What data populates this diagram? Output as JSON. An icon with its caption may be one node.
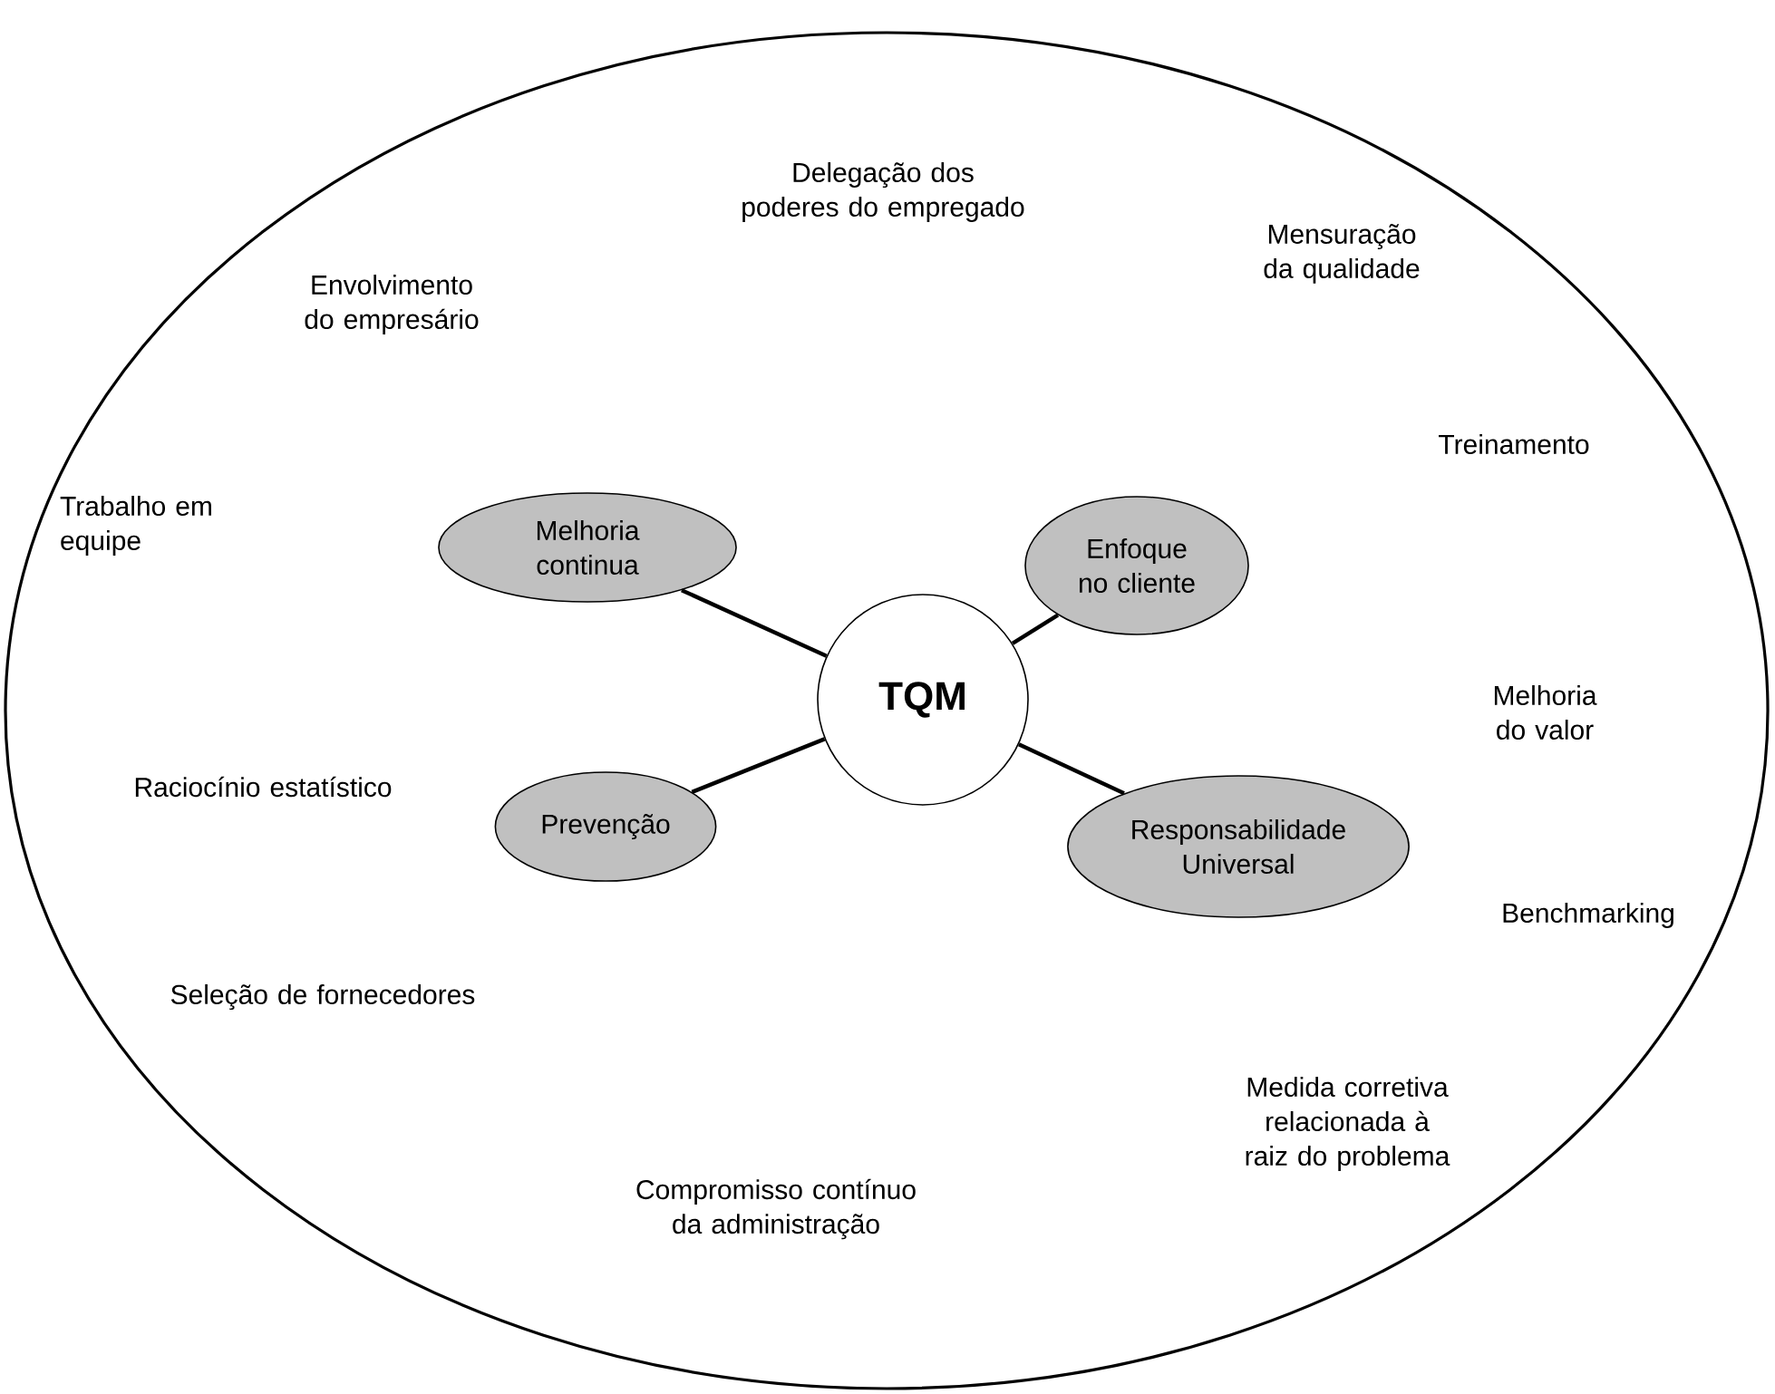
{
  "diagram": {
    "nodes": [
      {
        "text": [
          "TQM"
        ]
      },
      {
        "text": [
          "Melhoria continua"
        ]
      },
      {
        "text": [
          "Enfoque no cliente"
        ]
      },
      {
        "text": [
          "Prevenção"
        ]
      },
      {
        "text": [
          "Responsabilidade Universal"
        ]
      }
    ],
    "edges": [
      {
        "from": 0,
        "to": 1,
        "arrow": "none"
      },
      {
        "from": 0,
        "to": 2,
        "arrow": "none"
      },
      {
        "from": 0,
        "to": 3,
        "arrow": "none"
      },
      {
        "from": 0,
        "to": 4,
        "arrow": "none"
      }
    ],
    "labels": [
      "Delegação dos poderes do empregado",
      "Mensuração da qualidade",
      "Envolvimento do empresário",
      "Treinamento",
      "Trabalho em equipe",
      "Melhoria do valor",
      "Raciocínio estatístico",
      "Benchmarking",
      "Seleção de fornecedores",
      "Medida corretiva relacionada à raiz do problema",
      "Compromisso contínuo da administração"
    ]
  }
}
